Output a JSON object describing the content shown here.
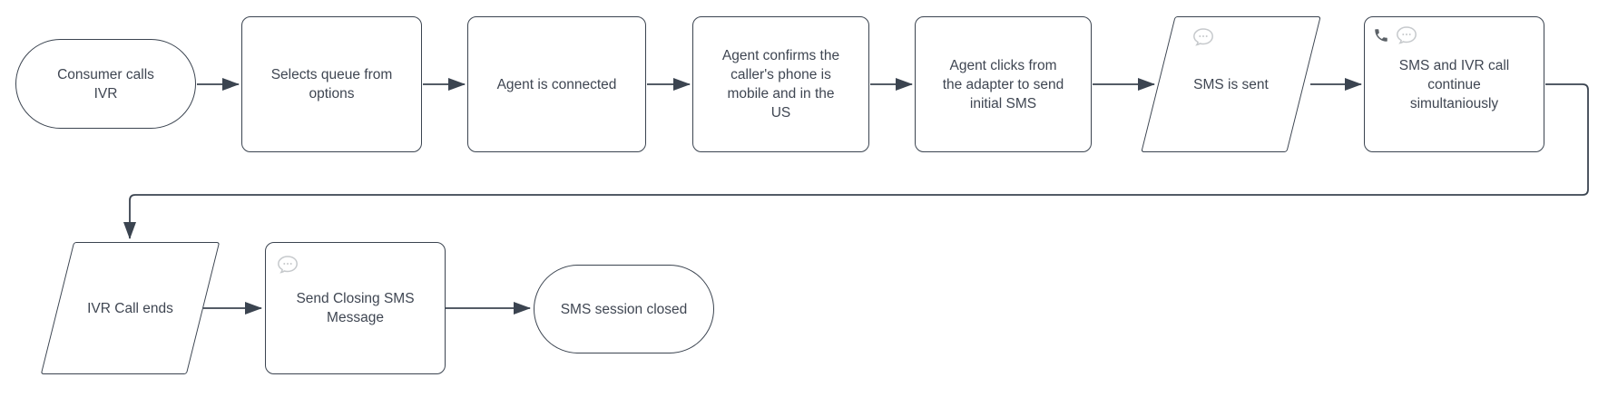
{
  "diagram": {
    "type": "flowchart",
    "background": "#ffffff",
    "colors": {
      "shape_stroke": "#3b4450",
      "shape_fill": "#ffffff",
      "text": "#3f4652",
      "connector": "#3b4450",
      "icon_light_gray": "#c6c9cc",
      "icon_dark_gray": "#5b6167"
    },
    "nodes": [
      {
        "id": "consumer-calls-ivr",
        "shape": "terminator",
        "label": "Consumer calls\nIVR",
        "icons": []
      },
      {
        "id": "selects-queue",
        "shape": "process",
        "label": "Selects queue from\noptions",
        "icons": []
      },
      {
        "id": "agent-connected",
        "shape": "process",
        "label": "Agent is connected",
        "icons": []
      },
      {
        "id": "agent-confirms",
        "shape": "process",
        "label": "Agent confirms the\ncaller's phone is\nmobile and in the\nUS",
        "icons": []
      },
      {
        "id": "agent-clicks",
        "shape": "process",
        "label": "Agent clicks from\nthe adapter to send\ninitial SMS",
        "icons": []
      },
      {
        "id": "sms-is-sent",
        "shape": "parallelogram",
        "label": "SMS is sent",
        "icons": [
          "message-bubble-icon"
        ]
      },
      {
        "id": "sms-ivr-continue",
        "shape": "process",
        "label": "SMS and IVR call\ncontinue\nsimultaniously",
        "icons": [
          "phone-icon",
          "message-bubble-icon"
        ]
      },
      {
        "id": "ivr-call-ends",
        "shape": "parallelogram",
        "label": "IVR Call ends",
        "icons": []
      },
      {
        "id": "send-closing-sms",
        "shape": "process",
        "label": "Send Closing SMS\nMessage",
        "icons": [
          "message-bubble-icon"
        ]
      },
      {
        "id": "sms-session-closed",
        "shape": "terminator",
        "label": "SMS session closed",
        "icons": []
      }
    ],
    "connectors": [
      {
        "from": "consumer-calls-ivr",
        "to": "selects-queue"
      },
      {
        "from": "selects-queue",
        "to": "agent-connected"
      },
      {
        "from": "agent-connected",
        "to": "agent-confirms"
      },
      {
        "from": "agent-confirms",
        "to": "agent-clicks"
      },
      {
        "from": "agent-clicks",
        "to": "sms-is-sent"
      },
      {
        "from": "sms-is-sent",
        "to": "sms-ivr-continue"
      },
      {
        "from": "sms-ivr-continue",
        "to": "ivr-call-ends"
      },
      {
        "from": "ivr-call-ends",
        "to": "send-closing-sms"
      },
      {
        "from": "send-closing-sms",
        "to": "sms-session-closed"
      }
    ]
  }
}
